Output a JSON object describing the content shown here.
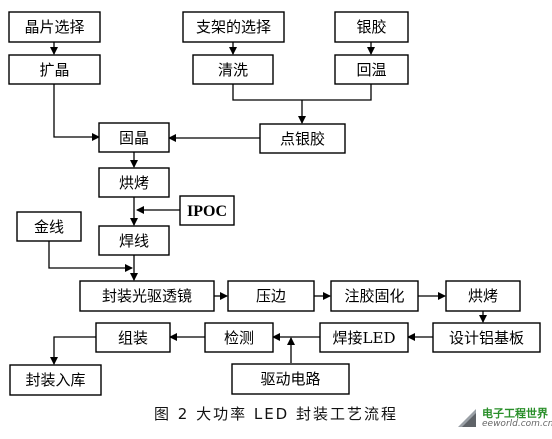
{
  "diagram": {
    "nodes": {
      "wafer_select": "晶片选择",
      "bracket_select": "支架的选择",
      "silver_glue": "银胶",
      "expand": "扩晶",
      "clean": "清洗",
      "rewarm": "回温",
      "die_bond": "固晶",
      "dispense_silver": "点银胶",
      "bake_1": "烘烤",
      "ipoc": "IPOC",
      "gold_wire": "金线",
      "wire_bond": "焊线",
      "optical_lens": "封装光驱透镜",
      "edge_press": "压边",
      "glue_cure": "注胶固化",
      "bake_2": "烘烤",
      "aluminum_board": "设计铝基板",
      "weld_led": "焊接LED",
      "inspect": "检测",
      "assemble": "组装",
      "packaging_storage": "封装入库",
      "driver_circuit": "驱动电路"
    },
    "caption": "图 2  大功率 LED 封装工艺流程"
  },
  "watermark": {
    "title": "电子工程世界",
    "site": "eeworld.com.cn"
  }
}
